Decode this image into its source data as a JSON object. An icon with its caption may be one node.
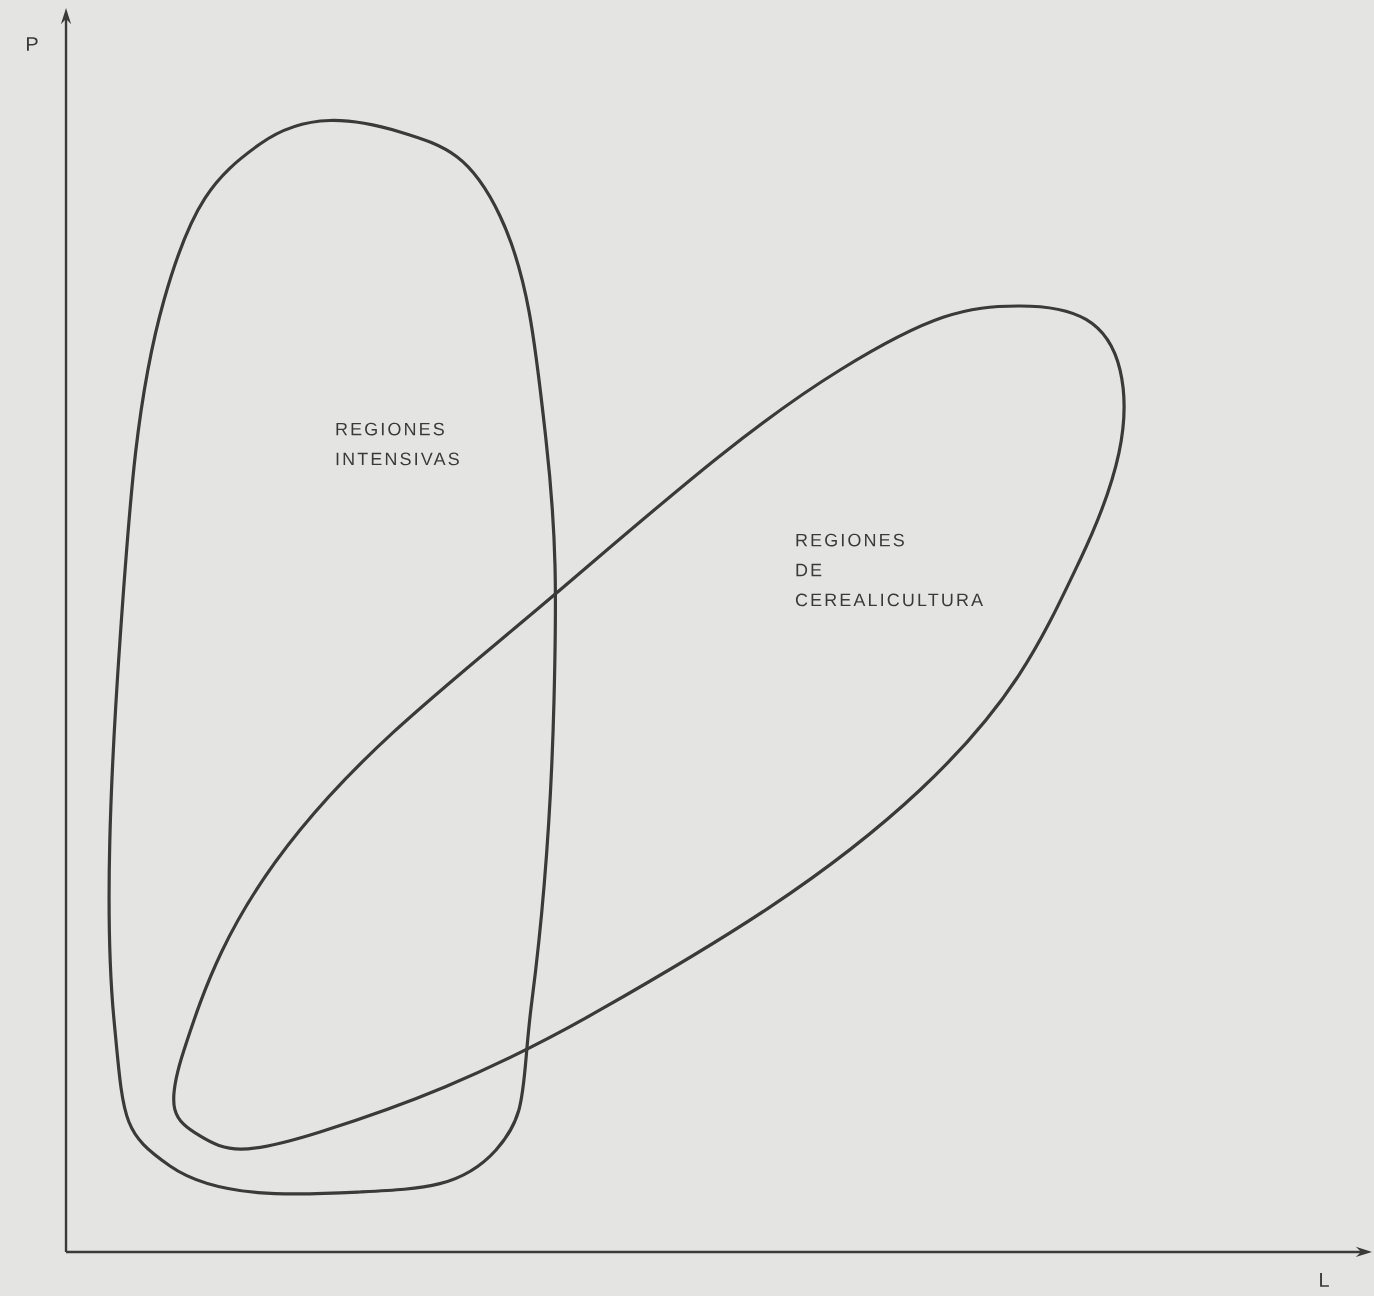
{
  "diagram": {
    "nodes": [
      {
        "text": [
          "REGIONES INTENSIVAS"
        ]
      },
      {
        "text": [
          "REGIONES DE CEREALICULTURA"
        ]
      }
    ],
    "labels": [
      "P",
      "L"
    ]
  }
}
